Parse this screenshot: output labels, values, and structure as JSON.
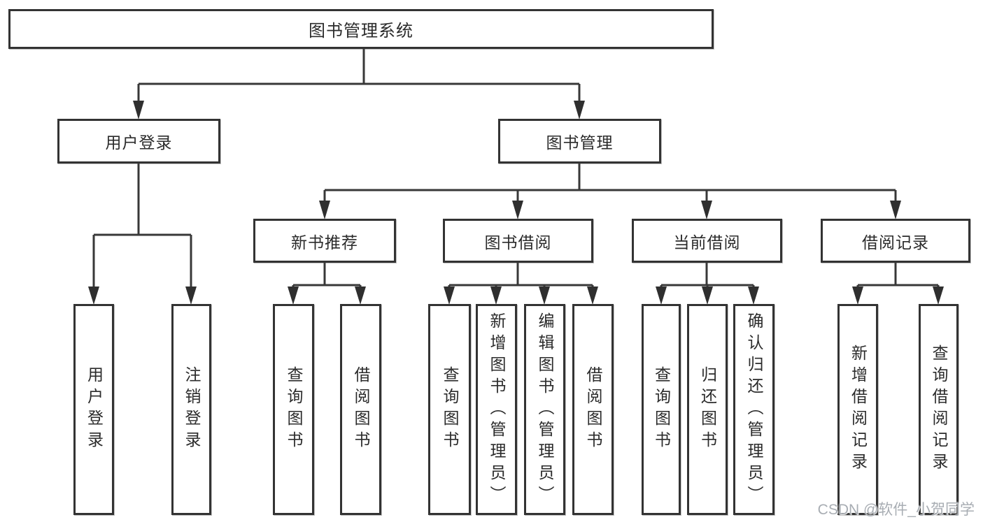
{
  "tree": {
    "root": {
      "label": "图书管理系统"
    },
    "branches": [
      {
        "label": "用户登录",
        "children": [
          {
            "label": "用户登录"
          },
          {
            "label": "注销登录"
          }
        ]
      },
      {
        "label": "图书管理",
        "children": [
          {
            "label": "新书推荐",
            "children": [
              {
                "label": "查询图书"
              },
              {
                "label": "借阅图书"
              }
            ]
          },
          {
            "label": "图书借阅",
            "children": [
              {
                "label": "查询图书"
              },
              {
                "label": "新增图书（管理员）"
              },
              {
                "label": "编辑图书（管理员）"
              },
              {
                "label": "借阅图书"
              }
            ]
          },
          {
            "label": "当前借阅",
            "children": [
              {
                "label": "查询图书"
              },
              {
                "label": "归还图书"
              },
              {
                "label": "确认归还（管理员）"
              }
            ]
          },
          {
            "label": "借阅记录",
            "children": [
              {
                "label": "新增借阅记录"
              },
              {
                "label": "查询借阅记录"
              }
            ]
          }
        ]
      }
    ]
  },
  "watermark": {
    "text": "CSDN @软件_小贺同学"
  },
  "colors": {
    "line": "#383838",
    "box_border": "#333333",
    "text": "#2b2b2b",
    "watermark": "#a8adb3",
    "background": "#ffffff"
  }
}
